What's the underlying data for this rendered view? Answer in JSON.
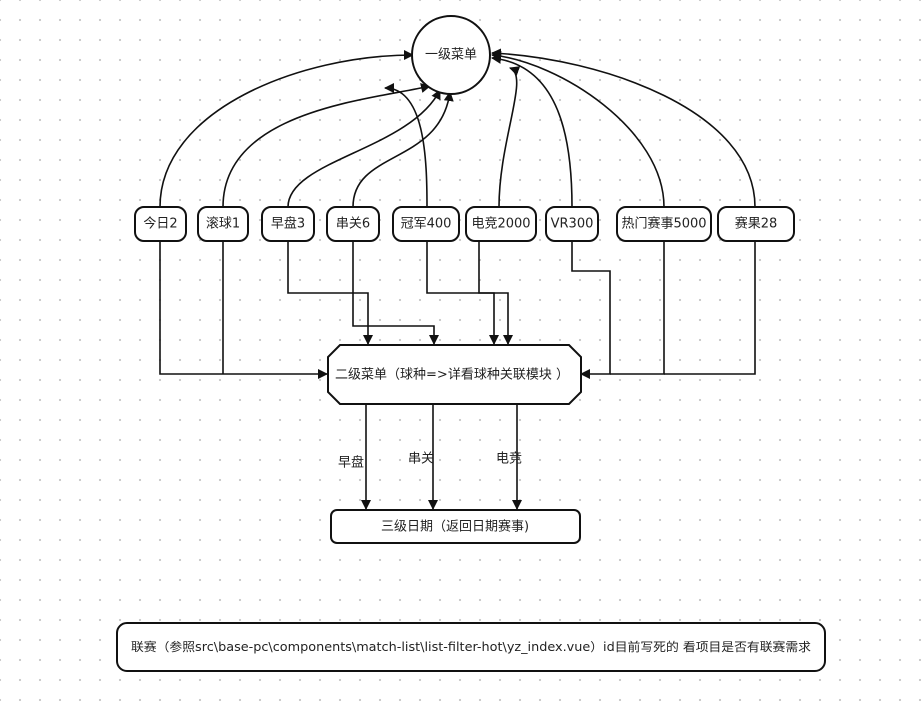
{
  "diagram": {
    "top_menu": {
      "label": "一级菜单"
    },
    "tabs": [
      {
        "id": "tab-today",
        "label": "今日2"
      },
      {
        "id": "tab-live",
        "label": "滚球1"
      },
      {
        "id": "tab-early",
        "label": "早盘3"
      },
      {
        "id": "tab-parlay",
        "label": "串关6"
      },
      {
        "id": "tab-champion",
        "label": "冠军400"
      },
      {
        "id": "tab-esports",
        "label": "电竞2000"
      },
      {
        "id": "tab-vr",
        "label": "VR300"
      },
      {
        "id": "tab-hot",
        "label": "热门赛事5000"
      },
      {
        "id": "tab-results",
        "label": "赛果28"
      }
    ],
    "second_menu": {
      "label": "二级菜单（球种=>详看球种关联模块 ）"
    },
    "third_menu": {
      "label": "三级日期（返回日期赛事)"
    },
    "connector_labels": [
      "早盘",
      "串关",
      "电竞"
    ],
    "league_note": {
      "label": "联赛（参照src\\base-pc\\components\\match-list\\list-filter-hot\\yz_index.vue）id目前写死的 看项目是否有联赛需求"
    },
    "colors": {
      "stroke": "#111111",
      "node_fill": "#ffffff",
      "text": "#222222"
    }
  }
}
